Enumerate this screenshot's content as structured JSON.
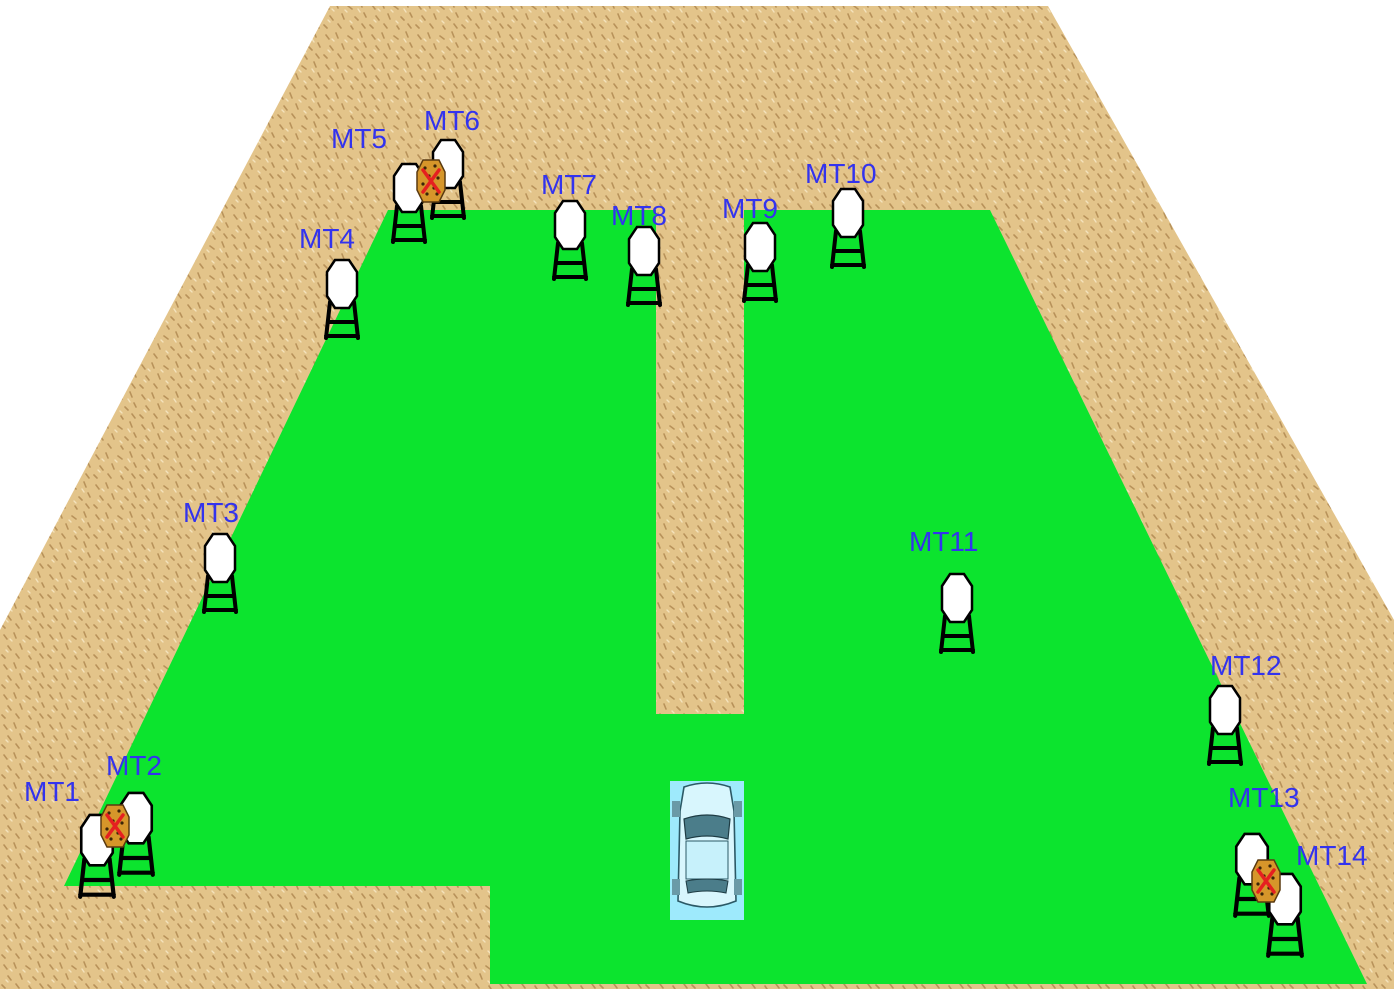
{
  "colors": {
    "field": "#0ce42e",
    "sand": "#e3c48a",
    "sand_dark": "#c8a467",
    "label": "#3333ee",
    "target_face": "#ffffff",
    "target_outline": "#000000",
    "shot_mark": "#e52020",
    "shot_target": "#d6962a",
    "vehicle": "#9eeafc"
  },
  "targets": [
    {
      "id": "mt1",
      "label": "MT1",
      "state": "standing"
    },
    {
      "id": "mt2",
      "label": "MT2",
      "state": "hit"
    },
    {
      "id": "mt3",
      "label": "MT3",
      "state": "standing"
    },
    {
      "id": "mt4",
      "label": "MT4",
      "state": "standing"
    },
    {
      "id": "mt5",
      "label": "MT5",
      "state": "standing"
    },
    {
      "id": "mt6",
      "label": "MT6",
      "state": "hit"
    },
    {
      "id": "mt7",
      "label": "MT7",
      "state": "standing"
    },
    {
      "id": "mt8",
      "label": "MT8",
      "state": "standing"
    },
    {
      "id": "mt9",
      "label": "MT9",
      "state": "standing"
    },
    {
      "id": "mt10",
      "label": "MT10",
      "state": "standing"
    },
    {
      "id": "mt11",
      "label": "MT11",
      "state": "standing"
    },
    {
      "id": "mt12",
      "label": "MT12",
      "state": "standing"
    },
    {
      "id": "mt13",
      "label": "MT13",
      "state": "standing"
    },
    {
      "id": "mt14",
      "label": "MT14",
      "state": "hit"
    }
  ],
  "vehicle": {
    "icon": "car-icon"
  }
}
